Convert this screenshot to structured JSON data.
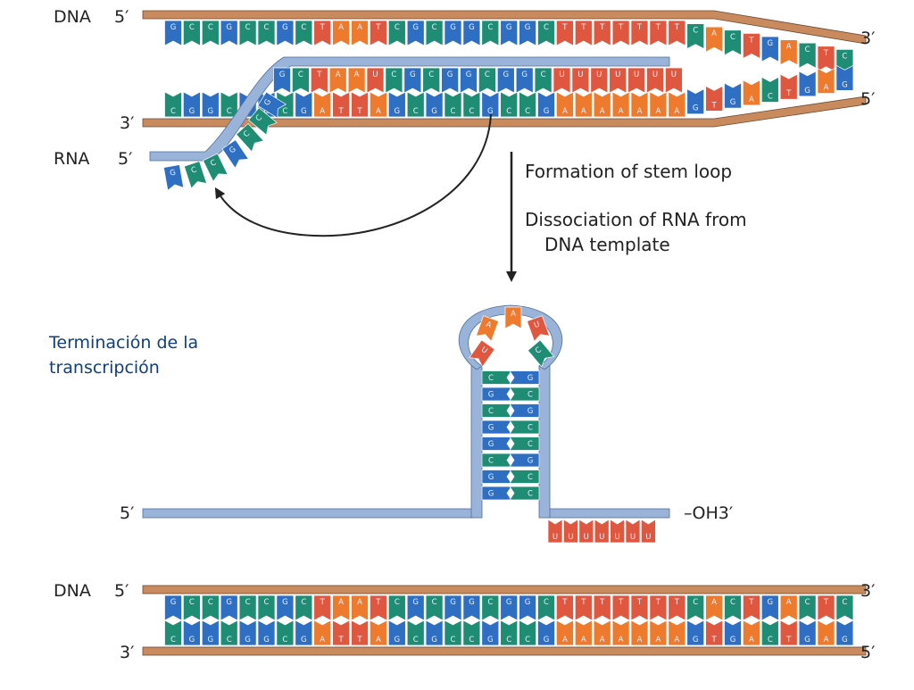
{
  "labels": {
    "dna": "DNA",
    "rna": "RNA",
    "five_prime": "5′",
    "three_prime": "3′",
    "oh_three_prime": "–OH3′"
  },
  "steps": {
    "step1": "Formation of stem loop",
    "step2_line1": "Dissociation of RNA from",
    "step2_line2": "DNA template"
  },
  "caption": {
    "line1": "Terminación de la",
    "line2": "transcripción"
  },
  "sequences": {
    "coding": [
      "G",
      "C",
      "C",
      "G",
      "C",
      "C",
      "G",
      "C",
      "T",
      "A",
      "A",
      "T",
      "C",
      "G",
      "C",
      "G",
      "G",
      "C",
      "G",
      "G",
      "C",
      "T",
      "T",
      "T",
      "T",
      "T",
      "T",
      "T",
      "C",
      "A",
      "C",
      "T",
      "G",
      "A",
      "C",
      "T",
      "C"
    ],
    "template": [
      "C",
      "G",
      "G",
      "C",
      "G",
      "G",
      "C",
      "G",
      "A",
      "T",
      "T",
      "A",
      "G",
      "C",
      "G",
      "C",
      "C",
      "G",
      "C",
      "C",
      "G",
      "A",
      "A",
      "A",
      "A",
      "A",
      "A",
      "A",
      "G",
      "T",
      "G",
      "A",
      "C",
      "T",
      "G",
      "A",
      "G"
    ],
    "rna_top": [
      "G",
      "C",
      "T",
      "A",
      "A",
      "U",
      "C",
      "G",
      "C",
      "G",
      "G",
      "C",
      "G",
      "G",
      "C",
      "U",
      "U",
      "U",
      "U",
      "U",
      "U",
      "U"
    ],
    "rna_tail": [
      "G",
      "C",
      "C",
      "G",
      "C",
      "C",
      "G"
    ],
    "stem_left": [
      "C",
      "G",
      "C",
      "G",
      "G",
      "C",
      "G",
      "G"
    ],
    "stem_right": [
      "G",
      "C",
      "G",
      "C",
      "C",
      "G",
      "C",
      "C"
    ],
    "loop": [
      "U",
      "A",
      "A",
      "U",
      "C"
    ],
    "poly_u": [
      "U",
      "U",
      "U",
      "U",
      "U",
      "U",
      "U"
    ]
  },
  "colors": {
    "A": "#ee7a2e",
    "T": "#e0573f",
    "U": "#e0573f",
    "G": "#2e6fc4",
    "C": "#1f8c74",
    "backbone_dna": "#c98a5d",
    "backbone_rna": "#9ab4d9",
    "caption": "#0f3f7a"
  }
}
